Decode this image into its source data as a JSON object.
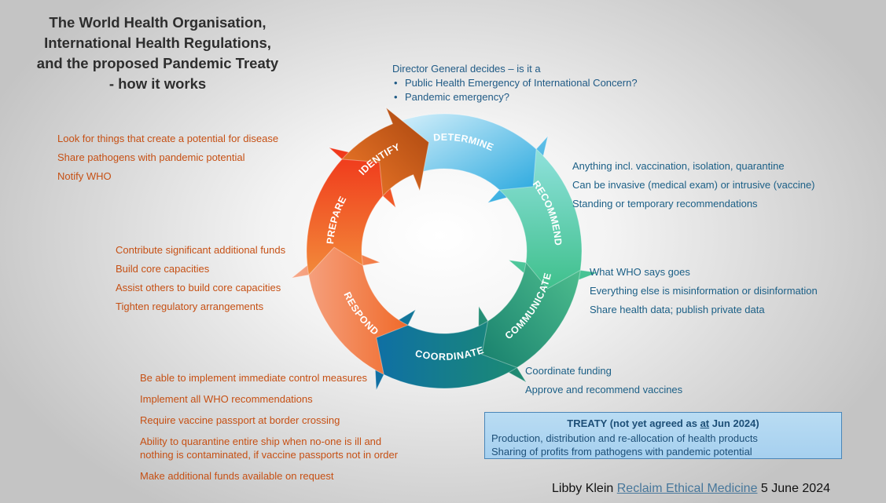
{
  "title_lines": [
    "The World Health Organisation,",
    "International Health Regulations,",
    "and the proposed Pandemic Treaty",
    "- how it works"
  ],
  "cycle": {
    "segments": [
      {
        "label": "DETERMINE",
        "color": "#49b6e6"
      },
      {
        "label": "RECOMMEND",
        "color": "#52c6a6"
      },
      {
        "label": "COMMUNICATE",
        "color": "#2f9a6a"
      },
      {
        "label": "COORDINATE",
        "color": "#1d7a9a"
      },
      {
        "label": "RESPOND",
        "color": "#f0845a"
      },
      {
        "label": "PREPARE",
        "color": "#f04a1a"
      },
      {
        "label": "IDENTIFY",
        "color": "#d95a16"
      }
    ]
  },
  "determine": {
    "heading": "Director General decides – is it a",
    "bullets": [
      "Public Health Emergency of International Concern?",
      "Pandemic emergency?"
    ]
  },
  "identify": {
    "lines": [
      "Look for things that create a potential for disease",
      "Share pathogens with pandemic potential",
      "Notify WHO"
    ]
  },
  "recommend": {
    "lines": [
      "Anything incl. vaccination, isolation, quarantine",
      "Can be invasive (medical exam) or intrusive (vaccine)",
      "Standing or temporary recommendations"
    ]
  },
  "prepare": {
    "lines": [
      "Contribute significant additional funds",
      "Build core capacities",
      "Assist others to build core capacities",
      "Tighten regulatory arrangements"
    ]
  },
  "communicate": {
    "lines": [
      "What WHO says goes",
      "Everything else is misinformation or disinformation",
      "Share health data; publish private data"
    ]
  },
  "coordinate": {
    "lines": [
      "Coordinate funding",
      "Approve and recommend vaccines"
    ]
  },
  "respond": {
    "lines": [
      "Be able to implement immediate control measures",
      "Implement all WHO recommendations",
      "Require vaccine passport at border crossing",
      "Ability to quarantine entire ship when no-one is ill and nothing is contaminated, if vaccine passports not in order",
      "Make additional funds available on request"
    ]
  },
  "treaty": {
    "heading_pre": "TREATY (not yet agreed as ",
    "heading_underlined": "at",
    "heading_post": " Jun 2024)",
    "lines": [
      "Production, distribution and re-allocation of health products",
      "Sharing of profits from pathogens with pandemic potential"
    ]
  },
  "credit": {
    "author": "Libby Klein",
    "link_text": "Reclaim Ethical Medicine",
    "date": "5 June 2024"
  },
  "colors": {
    "orange_text": "#c65014",
    "blue_text": "#1f5a85",
    "treaty_bg": "#b3d7f1"
  }
}
